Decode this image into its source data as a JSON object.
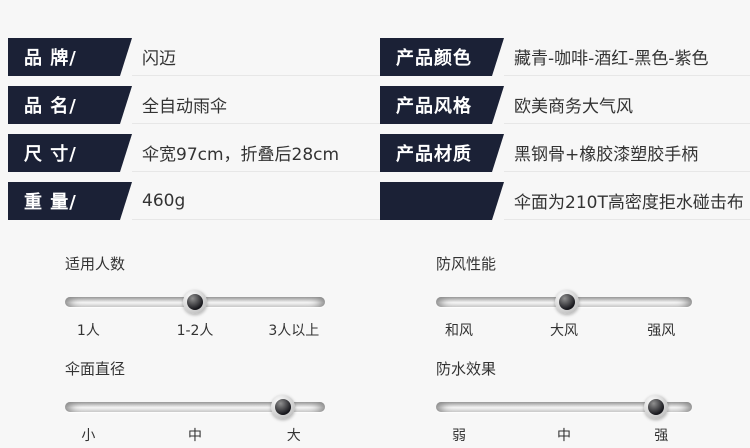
{
  "colors": {
    "background": "#f7f7f7",
    "label_box": "#1b2136",
    "value_text": "#333333",
    "knob_dark": "#16161b"
  },
  "specs": {
    "left": [
      {
        "label": "品 牌/",
        "value": "闪迈"
      },
      {
        "label": "品 名/",
        "value": "全自动雨伞"
      },
      {
        "label": "尺 寸/",
        "value": "伞宽97cm，折叠后28cm"
      },
      {
        "label": "重 量/",
        "value": "460g"
      }
    ],
    "right": [
      {
        "label": "产品颜色",
        "value": "藏青-咖啡-酒红-黑色-紫色"
      },
      {
        "label": "产品风格",
        "value": "欧美商务大气风"
      },
      {
        "label": "产品材质",
        "value": "黑钢骨+橡胶漆塑胶手柄"
      },
      {
        "label": "",
        "value": "伞面为210T高密度拒水碰击布"
      }
    ]
  },
  "sliders": [
    {
      "title": "适用人数",
      "ticks": [
        "1人",
        "1-2人",
        "3人以上"
      ],
      "selected": "1-2人",
      "knob_left": "50%"
    },
    {
      "title": "防风性能",
      "ticks": [
        "和风",
        "大风",
        "强风"
      ],
      "selected": "大风",
      "knob_left": "51%"
    },
    {
      "title": "伞面直径",
      "ticks": [
        "小",
        "中",
        "大"
      ],
      "selected": "大",
      "knob_left": "84%"
    },
    {
      "title": "防水效果",
      "ticks": [
        "弱",
        "中",
        "强"
      ],
      "selected": "强",
      "knob_left": "86%"
    }
  ]
}
